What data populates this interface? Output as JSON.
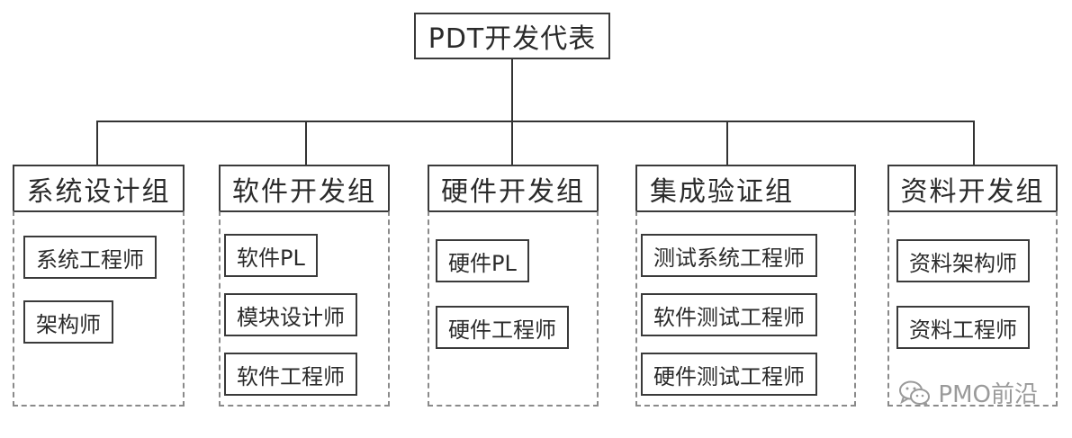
{
  "root": {
    "label": "PDT开发代表"
  },
  "groups": [
    {
      "label": "系统设计组",
      "roles": [
        "系统工程师",
        "架构师"
      ]
    },
    {
      "label": "软件开发组",
      "roles": [
        "软件PL",
        "模块设计师",
        "软件工程师"
      ]
    },
    {
      "label": "硬件开发组",
      "roles": [
        "硬件PL",
        "硬件工程师"
      ]
    },
    {
      "label": "集成验证组",
      "roles": [
        "测试系统工程师",
        "软件测试工程师",
        "硬件测试工程师"
      ]
    },
    {
      "label": "资料开发组",
      "roles": [
        "资料架构师",
        "资料工程师"
      ]
    }
  ],
  "watermark": {
    "text": "PMO前沿",
    "icon": "wechat-icon"
  },
  "colors": {
    "line": "#333333",
    "dashed": "#8a8a8a",
    "text": "#2b2b2b",
    "watermark": "#9a9a9a"
  }
}
